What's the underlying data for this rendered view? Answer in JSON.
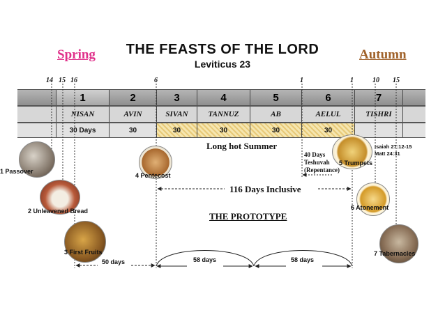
{
  "header": {
    "title": "THE FEASTS OF THE LORD",
    "subtitle": "Leviticus 23",
    "spring": "Spring",
    "autumn": "Autumn"
  },
  "day_markers": [
    "14",
    "15",
    "16",
    "6",
    "1",
    "1",
    "10",
    "15"
  ],
  "months": [
    {
      "num": "1",
      "name": "NISAN",
      "days": "30 Days",
      "hatched": false
    },
    {
      "num": "2",
      "name": "AVIN",
      "days": "30",
      "hatched": false
    },
    {
      "num": "3",
      "name": "SIVAN",
      "days": "30",
      "hatched": true
    },
    {
      "num": "4",
      "name": "TANNUZ",
      "days": "30",
      "hatched": true
    },
    {
      "num": "5",
      "name": "AB",
      "days": "30",
      "hatched": true
    },
    {
      "num": "6",
      "name": "AELUL",
      "days": "30",
      "hatched": true
    },
    {
      "num": "7",
      "name": "TISHRI",
      "days": "",
      "hatched": false
    }
  ],
  "feasts": {
    "passover": "1 Passover",
    "unleavened": "2 Unleavened Bread",
    "firstfruits": "3 First Fruits",
    "pentecost": "4 Pentecost",
    "trumpets": "5 Trumpets",
    "atonement": "6 Atonement",
    "tabernacles": "7 Tabernacles"
  },
  "notes": {
    "summer": "Long hot Summer",
    "teshuvah_1": "40 Days",
    "teshuvah_2": "Teshuvah",
    "teshuvah_3": "(Repentance)",
    "ref_1": "Isaiah 27:12-15",
    "ref_2": "Matt 24:31",
    "inclusive": "116 Days Inclusive",
    "prototype": "THE PROTOTYPE",
    "span_1": "50 days",
    "span_2": "58 days",
    "span_3": "58 days"
  },
  "colors": {
    "spring": "#e0308a",
    "autumn": "#a0622a",
    "band": "#a9a9a9",
    "hatch": "#e8c978"
  }
}
